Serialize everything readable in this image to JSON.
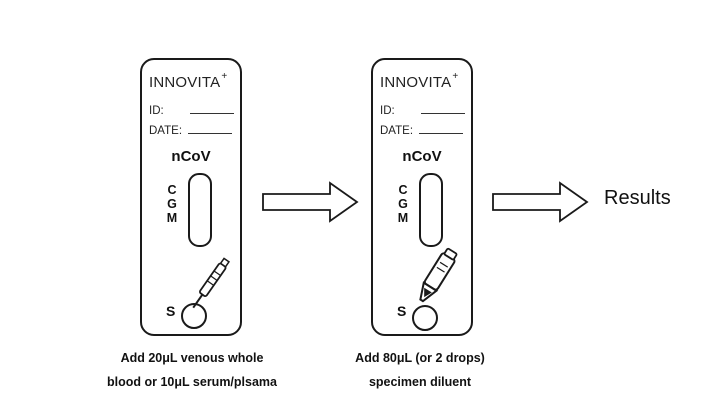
{
  "cassettes": [
    {
      "brand": "INNOVITA",
      "brand_mark": "+",
      "id_label": "ID:",
      "date_label": "DATE:",
      "test_name": "nCoV",
      "lines": [
        "C",
        "G",
        "M"
      ],
      "sample_label": "S",
      "tool_icon": "pipette-icon"
    },
    {
      "brand": "INNOVITA",
      "brand_mark": "+",
      "id_label": "ID:",
      "date_label": "DATE:",
      "test_name": "nCoV",
      "lines": [
        "C",
        "G",
        "M"
      ],
      "sample_label": "S",
      "tool_icon": "dropper-bottle-icon"
    }
  ],
  "steps": [
    {
      "line1": "Add 20μL venous whole",
      "line2": "blood or 10μL serum/plsama"
    },
    {
      "line1": "Add 80μL (or 2 drops)",
      "line2": "specimen diluent"
    }
  ],
  "results_label": "Results",
  "colors": {
    "ink": "#1a1a1a",
    "background": "#ffffff"
  }
}
